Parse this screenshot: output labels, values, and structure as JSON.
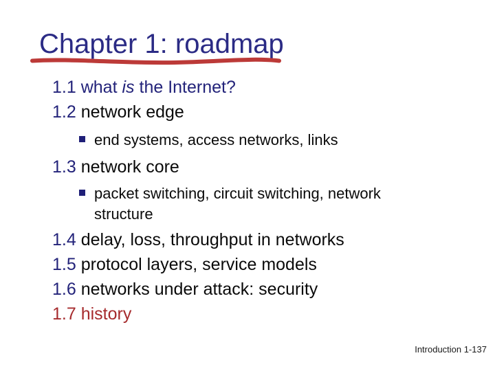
{
  "slide": {
    "title": "Chapter 1: roadmap",
    "items": [
      {
        "number": "1.1",
        "text_pre": "what ",
        "text_italic": "is",
        "text_post": " the Internet?"
      },
      {
        "number": "1.2",
        "text": "network edge"
      },
      {
        "bullet_text": "end systems, access networks, links"
      },
      {
        "number": "1.3",
        "text": "network core"
      },
      {
        "bullet_text": "packet switching, circuit switching, network structure"
      },
      {
        "number": "1.4",
        "text": "delay, loss, throughput in networks"
      },
      {
        "number": "1.5",
        "text": "protocol layers, service models"
      },
      {
        "number": "1.6",
        "text": "networks under attack: security"
      },
      {
        "number": "1.7",
        "text": "history"
      }
    ],
    "footer": "Introduction 1-137",
    "colors": {
      "title_navy": "#2B2B85",
      "item_number_navy": "#23237A",
      "body_black": "#0A0A0A",
      "history_red": "#A62B2D",
      "underline_red": "#BC3A38",
      "bullet_navy": "#1F1F78",
      "background": "#FFFFFF"
    }
  }
}
